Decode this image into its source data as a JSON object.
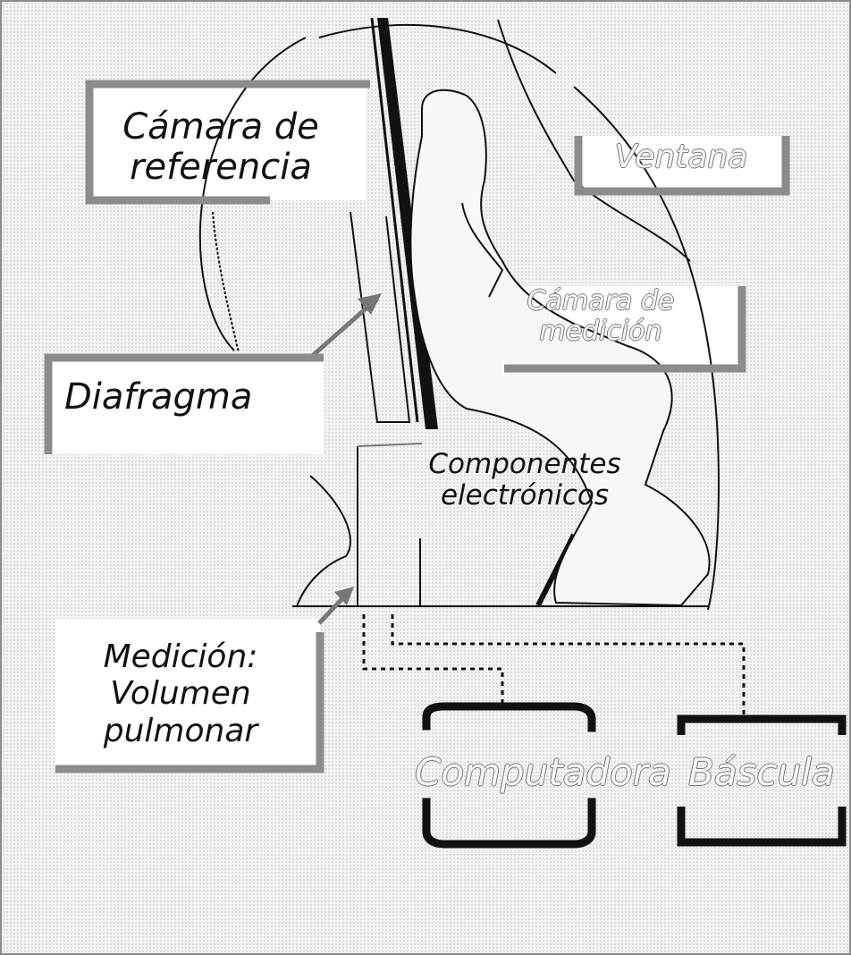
{
  "labels": {
    "reference_chamber": [
      "Cámara de",
      "referencia"
    ],
    "window": "Ventana",
    "measurement_chamber": [
      "Cámara de",
      "medición"
    ],
    "diaphragm": "Diafragma",
    "electronics": [
      "Componentes",
      "electrónicos"
    ],
    "measurement": [
      "Medición:",
      "Volumen",
      "pulmonar"
    ],
    "computer": "Computadora",
    "scale": "Báscula"
  },
  "colors": {
    "frame_gray": "#8c8c8c",
    "line_black": "#111111",
    "box_fill": "#ffffff",
    "background": "#f3f3f3"
  }
}
